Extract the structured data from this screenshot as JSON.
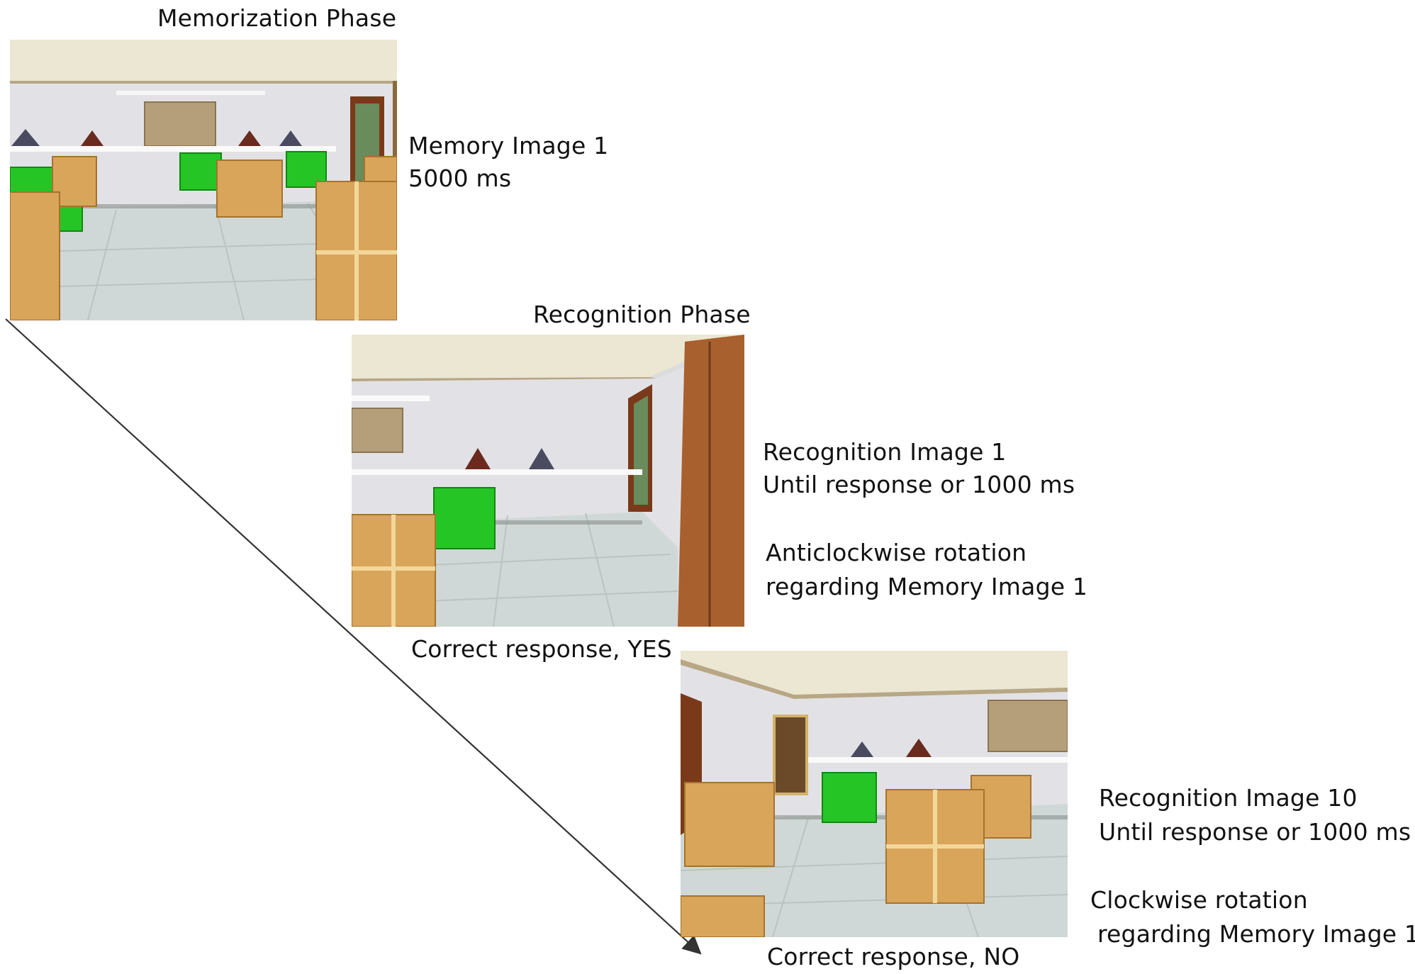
{
  "phases": {
    "memorization_title": "Memorization Phase",
    "recognition_title": "Recognition Phase"
  },
  "memory": {
    "line1": "Memory Image 1",
    "line2": "5000 ms"
  },
  "recognition1": {
    "line1": "Recognition Image 1",
    "line2": "Until response or 1000 ms",
    "rotation1": "Anticlockwise rotation",
    "rotation2": "regarding Memory Image 1",
    "response": "Correct response, YES"
  },
  "recognition10": {
    "line1": "Recognition Image 10",
    "line2": "Until response or 1000 ms",
    "rotation1": "Clockwise rotation",
    "rotation2": "regarding Memory Image 1",
    "response": "Correct response, NO"
  },
  "colors": {
    "ceiling": "#eae6cf",
    "wall": "#e3e3e6",
    "floor": "#cfd8d6",
    "green_box": "#22c522",
    "tan_box": "#d9a55a",
    "trim": "#7b4a22",
    "arrow": "#333333"
  },
  "icons": {
    "arrow": "timeline-arrow",
    "scenes": [
      "room-scene-memory",
      "room-scene-recognition-1",
      "room-scene-recognition-10"
    ]
  }
}
